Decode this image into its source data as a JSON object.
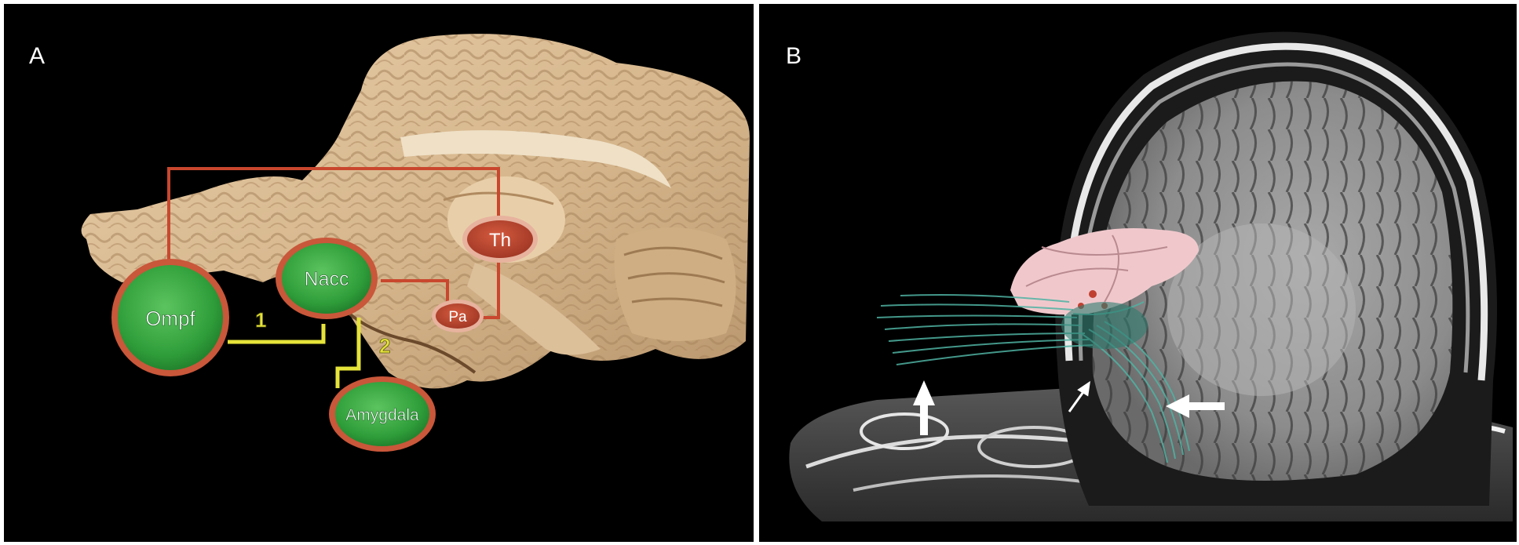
{
  "panel_a": {
    "label": "A",
    "nodes": {
      "ompf": "Ompf",
      "nacc": "Nacc",
      "th": "Th",
      "pa": "Pa",
      "amygdala": "Amygdala"
    },
    "pathway_labels": {
      "p1": "1",
      "p2": "2"
    }
  },
  "panel_b": {
    "label": "B"
  },
  "colors": {
    "node_green": "#2f9e3a",
    "node_rim": "#c9573a",
    "node_red": "#b3402a",
    "red_line": "#c9472e",
    "yellow_line": "#e6e33a",
    "tract_teal": "#4fb3a3",
    "thalamus_pink": "#f0c8cc"
  }
}
